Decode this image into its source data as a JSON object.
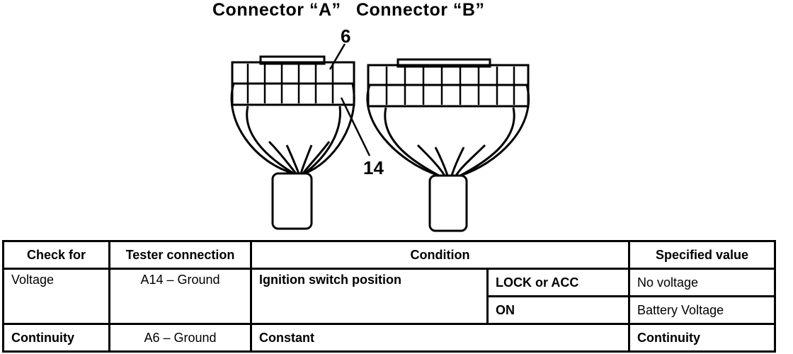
{
  "title": {
    "connector_a": "Connector “A”",
    "connector_b": "Connector “B”"
  },
  "callouts": {
    "pin_top": "6",
    "pin_bottom": "14"
  },
  "table": {
    "headers": {
      "check_for": "Check for",
      "tester_connection": "Tester connection",
      "condition": "Condition",
      "specified_value": "Specified value"
    },
    "row1": {
      "check_for": "Voltage",
      "tester_connection": "A14 – Ground",
      "condition": "Ignition switch position",
      "sub1_condition": "LOCK or ACC",
      "sub1_value": "No voltage",
      "sub2_condition": "ON",
      "sub2_value": "Battery Voltage"
    },
    "row2": {
      "check_for": "Continuity",
      "tester_connection": "A6 – Ground",
      "condition": "Constant",
      "specified_value": "Continuity"
    }
  }
}
